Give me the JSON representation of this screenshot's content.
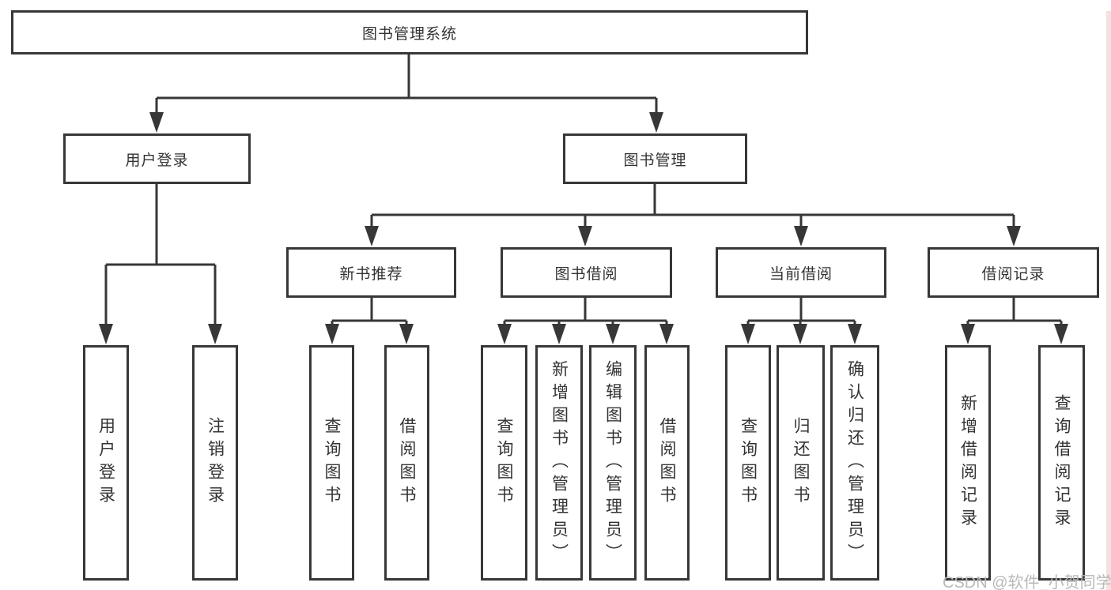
{
  "tree": {
    "root": {
      "label": "图书管理系统"
    },
    "children": [
      {
        "label": "用户登录",
        "children": [
          {
            "label": "用户登录"
          },
          {
            "label": "注销登录"
          }
        ]
      },
      {
        "label": "图书管理",
        "children": [
          {
            "label": "新书推荐",
            "children": [
              {
                "label": "查询图书"
              },
              {
                "label": "借阅图书"
              }
            ]
          },
          {
            "label": "图书借阅",
            "children": [
              {
                "label": "查询图书"
              },
              {
                "label": "新增图书（管理员）"
              },
              {
                "label": "编辑图书（管理员）"
              },
              {
                "label": "借阅图书"
              }
            ]
          },
          {
            "label": "当前借阅",
            "children": [
              {
                "label": "查询图书"
              },
              {
                "label": "归还图书"
              },
              {
                "label": "确认归还（管理员）"
              }
            ]
          },
          {
            "label": "借阅记录",
            "children": [
              {
                "label": "新增借阅记录"
              },
              {
                "label": "查询借阅记录"
              }
            ]
          }
        ]
      }
    ]
  },
  "watermark": {
    "text": "CSDN @软件_小贺同学",
    "color": "#b9b9b9"
  },
  "colors": {
    "line": "#373737",
    "border": "#373737",
    "text": "#333333",
    "background": "#ffffff",
    "right_strip": "#f6e0e0"
  }
}
